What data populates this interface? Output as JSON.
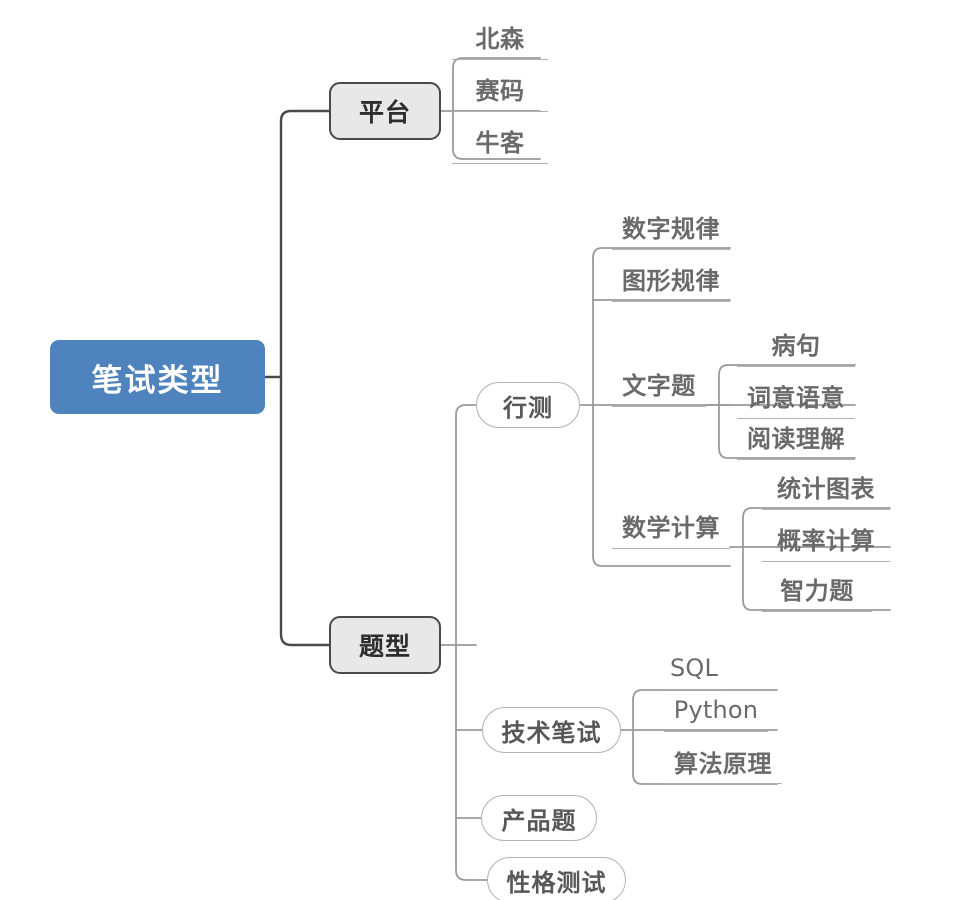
{
  "diagram": {
    "type": "mind-map",
    "title": "笔试类型",
    "orientation": "left-to-right",
    "colors": {
      "root_fill": "#4e83bd",
      "root_text": "#ffffff",
      "level1_fill": "#e8e8e8",
      "level1_border": "#4a4a4a",
      "level2_border": "#b4b4b4",
      "leaf_text": "#6a6a6a",
      "edge": "#9a9a9a",
      "edge_root": "#4a4a4a",
      "background": "#ffffff"
    }
  },
  "nodes": {
    "root": {
      "label": "笔试类型"
    },
    "platform": {
      "label": "平台"
    },
    "platform_children": [
      {
        "label": "北森"
      },
      {
        "label": "赛码"
      },
      {
        "label": "牛客"
      }
    ],
    "question_types": {
      "label": "题型"
    },
    "xingce": {
      "label": "行测"
    },
    "xingce_children": [
      {
        "label": "数字规律"
      },
      {
        "label": "图形规律"
      },
      {
        "label": "文字题"
      },
      {
        "label": "数学计算"
      }
    ],
    "wenzi_children": [
      {
        "label": "病句"
      },
      {
        "label": "词意语意"
      },
      {
        "label": "阅读理解"
      }
    ],
    "math_children": [
      {
        "label": "统计图表"
      },
      {
        "label": "概率计算"
      },
      {
        "label": "智力题"
      }
    ],
    "tech": {
      "label": "技术笔试"
    },
    "tech_children": [
      {
        "label": "SQL"
      },
      {
        "label": "Python"
      },
      {
        "label": "算法原理"
      }
    ],
    "product": {
      "label": "产品题"
    },
    "personality": {
      "label": "性格测试"
    }
  }
}
